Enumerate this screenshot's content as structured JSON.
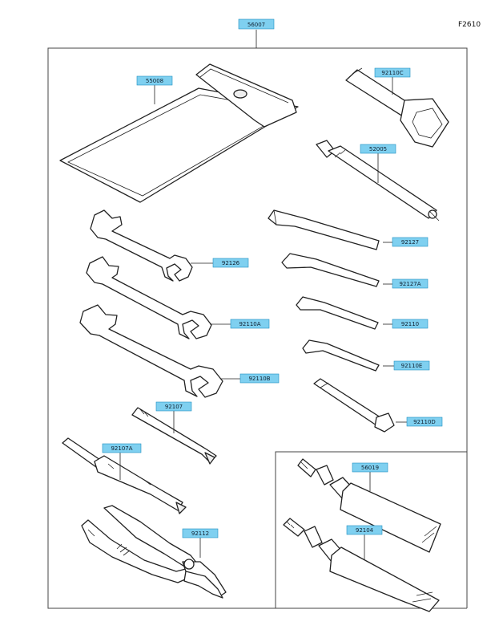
{
  "figure_id": "F2610",
  "callouts": {
    "kit": "56007",
    "bag": "55008",
    "plug_wrench": "92110C",
    "handle": "52005",
    "hex_1": "92127",
    "hex_2": "92127A",
    "hex_3": "92110",
    "hex_4": "92110E",
    "hex_driver": "92110D",
    "wrench_1": "92126",
    "wrench_2": "92110A",
    "wrench_3": "92110B",
    "screwdriver_1": "92107",
    "screwdriver_2": "92107A",
    "pliers": "92112",
    "grease_1": "56019",
    "grease_2": "92104"
  },
  "colors": {
    "callout_fill": "#7fd0f0",
    "callout_border": "#1f8fc0",
    "line": "#222222"
  }
}
